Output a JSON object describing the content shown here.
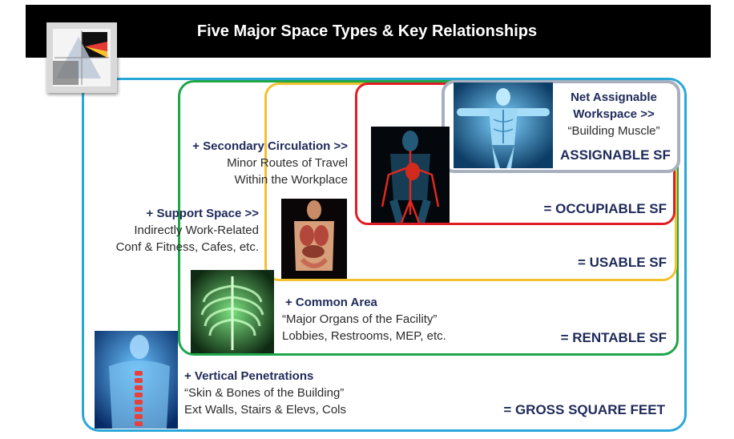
{
  "header": {
    "title": "Five Major Space Types & Key Relationships"
  },
  "levels": {
    "assignable": {
      "heading_line1": "Net Assignable",
      "heading_line2": "Workspace >>",
      "quote": "“Building Muscle”",
      "total": "ASSIGNABLE SF"
    },
    "occupiable": {
      "heading": "+ Secondary Circulation >>",
      "line1": "Minor Routes of Travel",
      "line2": "Within the Workplace",
      "total": "= OCCUPIABLE SF"
    },
    "usable": {
      "heading": "+ Support Space >>",
      "line1": "Indirectly Work-Related",
      "line2": "Conf & Fitness, Cafes, etc.",
      "total": "= USABLE SF"
    },
    "rentable": {
      "heading": "+ Common Area",
      "line1": "“Major Organs of the Facility”",
      "line2": "Lobbies, Restrooms, MEP, etc.",
      "total": "= RENTABLE SF"
    },
    "gross": {
      "heading": "+ Vertical Penetrations",
      "line1": "“Skin & Bones of the Building”",
      "line2": "Ext Walls, Stairs & Elevs, Cols",
      "total": "= GROSS SQUARE FEET"
    }
  },
  "colors": {
    "gross": "#2aa7d9",
    "rentable": "#1fa64a",
    "usable": "#f2c12e",
    "occupiable": "#e11e26",
    "assignable": "#a8b0bf",
    "text_accent": "#1f2a5a"
  },
  "images": {
    "logo": "prism-logo",
    "muscle": "muscle-figure-image",
    "circulation": "circulatory-system-image",
    "organs": "organs-image",
    "ribcage": "ribcage-image",
    "spine": "spine-image"
  }
}
